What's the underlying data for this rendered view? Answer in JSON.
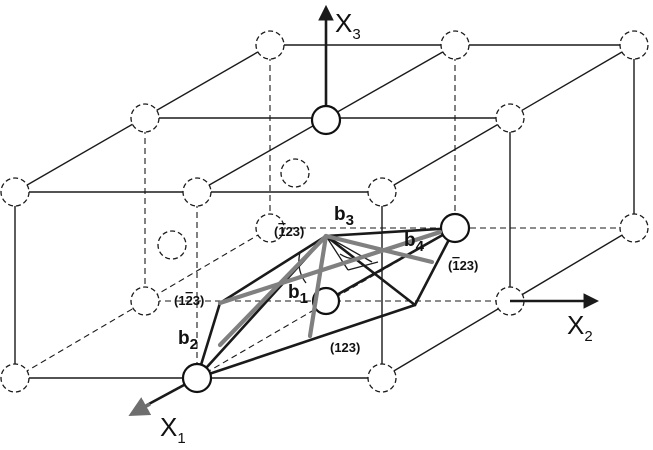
{
  "axes": {
    "x1": {
      "letter": "X",
      "index": "1"
    },
    "x2": {
      "letter": "X",
      "index": "2"
    },
    "x3": {
      "letter": "X",
      "index": "3"
    }
  },
  "vectors": {
    "b1": {
      "letter": "b",
      "index": "1"
    },
    "b2": {
      "letter": "b",
      "index": "2"
    },
    "b3": {
      "letter": "b",
      "index": "3"
    },
    "b4": {
      "letter": "b",
      "index": "4"
    }
  },
  "planes": {
    "p_neg1_23": {
      "open": "(",
      "bar": "1",
      "rest": "23)"
    },
    "p_neg1_23_right": {
      "open": "(",
      "bar": "1",
      "rest": "23)"
    },
    "p_1_neg2_3": {
      "open": "(1",
      "bar": "2",
      "rest": "3)"
    },
    "p_123": {
      "text": "(123)"
    }
  },
  "colors": {
    "lines": "#1a1a1a",
    "burgers_vectors": "#808080",
    "background": "#ffffff"
  }
}
